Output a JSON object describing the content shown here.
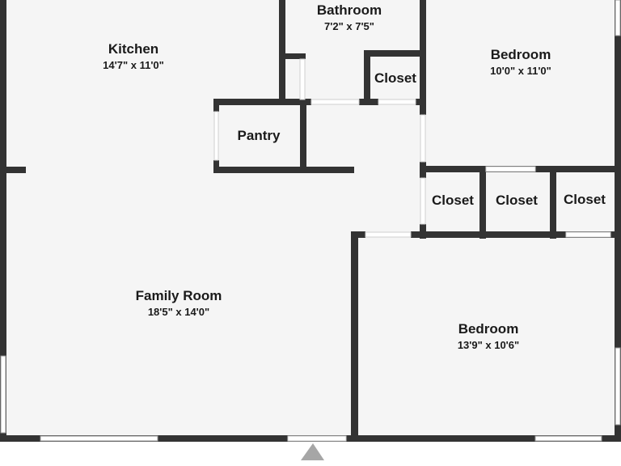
{
  "colors": {
    "floor": "#f5f5f5",
    "wall": "#333333",
    "window": "#ffffff",
    "entrance_marker": "#a6a6a6"
  },
  "rooms": {
    "kitchen": {
      "name": "Kitchen",
      "dims": "14'7\" x 11'0\""
    },
    "bathroom": {
      "name": "Bathroom",
      "dims": "7'2\" x 7'5\""
    },
    "bedroom_top": {
      "name": "Bedroom",
      "dims": "10'0\" x 11'0\""
    },
    "pantry": {
      "name": "Pantry"
    },
    "closet_bath": {
      "name": "Closet"
    },
    "closet_1": {
      "name": "Closet"
    },
    "closet_2": {
      "name": "Closet"
    },
    "closet_3": {
      "name": "Closet"
    },
    "family_room": {
      "name": "Family Room",
      "dims": "18'5\" x 14'0\""
    },
    "bedroom_bottom": {
      "name": "Bedroom",
      "dims": "13'9\" x 10'6\""
    }
  },
  "icons": {
    "entrance": "entrance-triangle-icon"
  }
}
